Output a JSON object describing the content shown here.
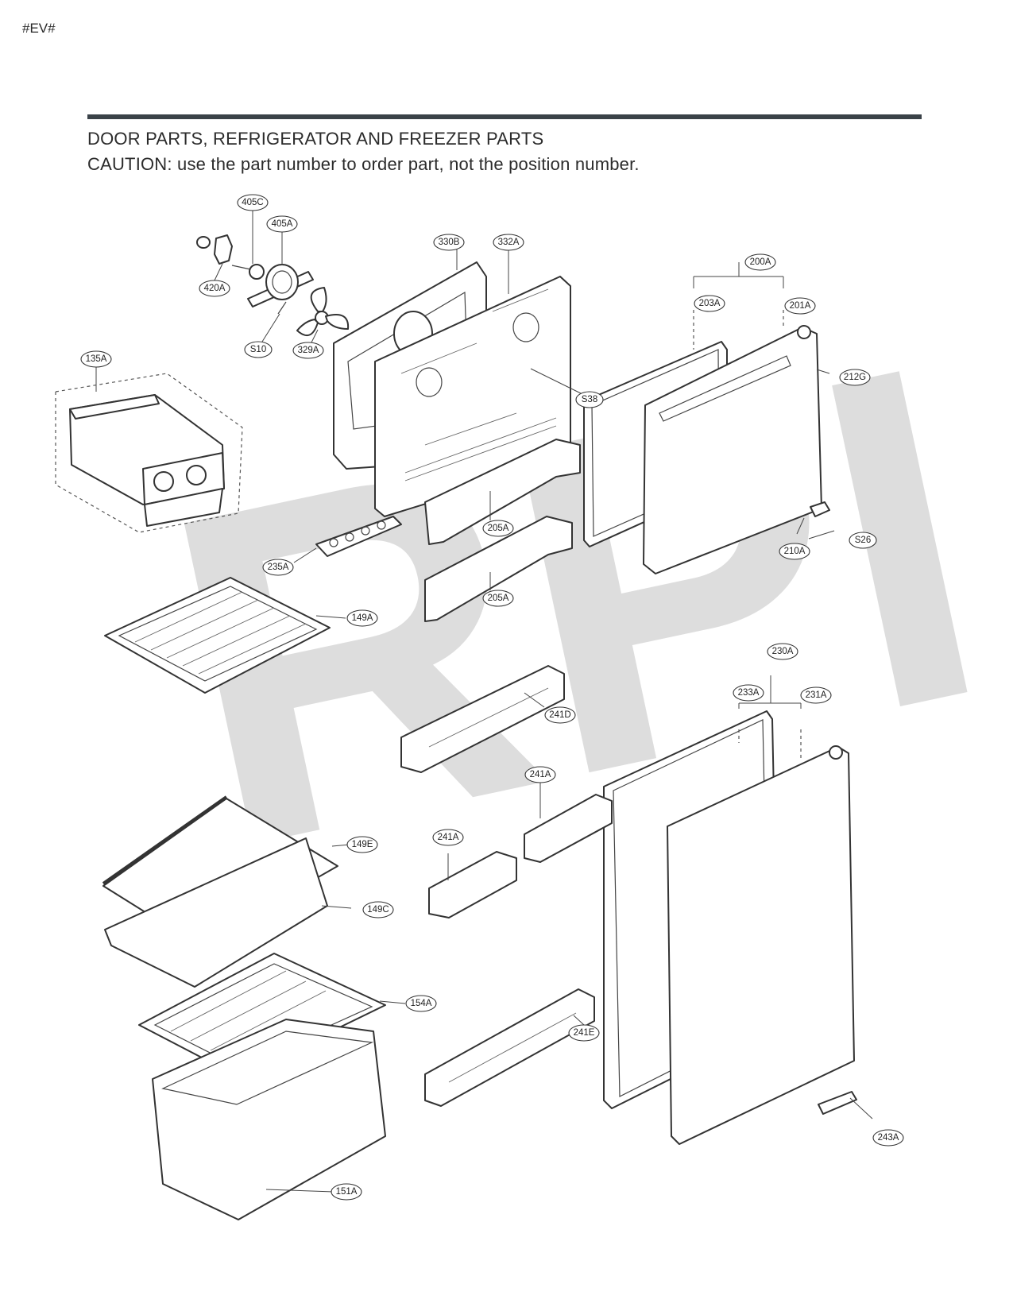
{
  "header": {
    "doc_code": "#EV#",
    "title": "DOOR PARTS, REFRIGERATOR AND FREEZER PARTS",
    "caution": "CAUTION: use the part number to order part, not the position number."
  },
  "watermark": "RPI",
  "callouts": {
    "c405C": "405C",
    "c405A": "405A",
    "c420A": "420A",
    "cS10": "S10",
    "c329A": "329A",
    "c330B": "330B",
    "c332A": "332A",
    "cS38": "S38",
    "c200A": "200A",
    "c203A": "203A",
    "c201A": "201A",
    "c212G": "212G",
    "c210A": "210A",
    "cS26": "S26",
    "c135A": "135A",
    "c235A": "235A",
    "c205A_1": "205A",
    "c205A_2": "205A",
    "c149A": "149A",
    "c230A": "230A",
    "c233A": "233A",
    "c231A": "231A",
    "c241D": "241D",
    "c241A_1": "241A",
    "c241A_2": "241A",
    "c149E": "149E",
    "c149C": "149C",
    "c154A": "154A",
    "c241E": "241E",
    "c243A": "243A",
    "c151A": "151A"
  },
  "colors": {
    "rule": "#3a4248",
    "line": "#333333",
    "watermark": "#c9c9c9"
  }
}
